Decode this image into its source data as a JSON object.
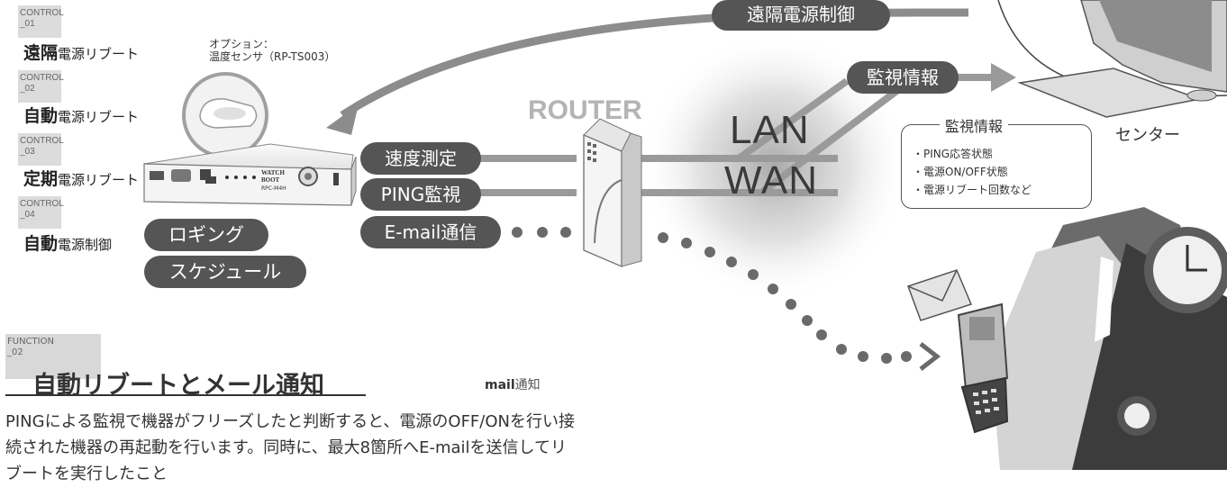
{
  "controls": [
    {
      "code": "CONTROL\n_01",
      "title_big": "遠隔",
      "title_small": "電源リブート"
    },
    {
      "code": "CONTROL\n_02",
      "title_big": "自動",
      "title_small": "電源リブート"
    },
    {
      "code": "CONTROL\n_03",
      "title_big": "定期",
      "title_small": "電源リブート"
    },
    {
      "code": "CONTROL\n_04",
      "title_big": "自動",
      "title_small": "電源制御"
    }
  ],
  "option_label": "オプション：\n温度センサ（RP-TS003）",
  "device": {
    "brand": "WATCH BOOT",
    "model": "RPC-M4H"
  },
  "features": {
    "logging": "ロギング",
    "schedule": "スケジュール"
  },
  "flows": {
    "speed": "速度測定",
    "ping": "PING監視",
    "email": "E-mail通信",
    "remote_power": "遠隔電源制御",
    "monitor": "監視情報"
  },
  "router_label": "ROUTER",
  "network": {
    "lan": "LAN",
    "wan": "WAN"
  },
  "center_label": "センター",
  "info_box": {
    "title": "監視情報",
    "items": [
      "・PING応答状態",
      "・電源ON/OFF状態",
      "・電源リブート回数など"
    ]
  },
  "function": {
    "code": "FUNCTION\n_02",
    "title": "自動リブートとメール通知",
    "tag_bold": "mail",
    "tag_rest": "通知",
    "body": "PINGによる監視で機器がフリーズしたと判断すると、電源のOFF/ONを行い接続された機器の再起動を行います。同時に、最大8箇所へE-mailを送信してリブートを実行したこと"
  },
  "colors": {
    "pill": "#555555",
    "arrow": "#8c8c8c",
    "glow": "#bdbdbd",
    "text": "#333333"
  }
}
